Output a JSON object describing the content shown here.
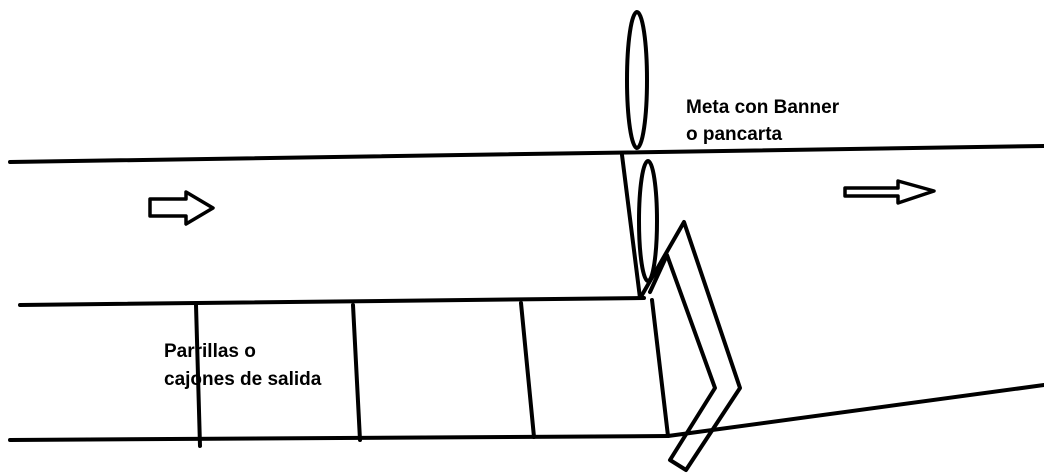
{
  "labels": {
    "finish_line_1": "Meta con Banner",
    "finish_line_2": "o pancarta",
    "start_grid_1": "Parrillas o",
    "start_grid_2": "cajones de salida"
  },
  "icons": {
    "direction_arrows": "arrow-right-outline-icon"
  },
  "colors": {
    "background": "#ffffff",
    "ink": "#000000"
  }
}
